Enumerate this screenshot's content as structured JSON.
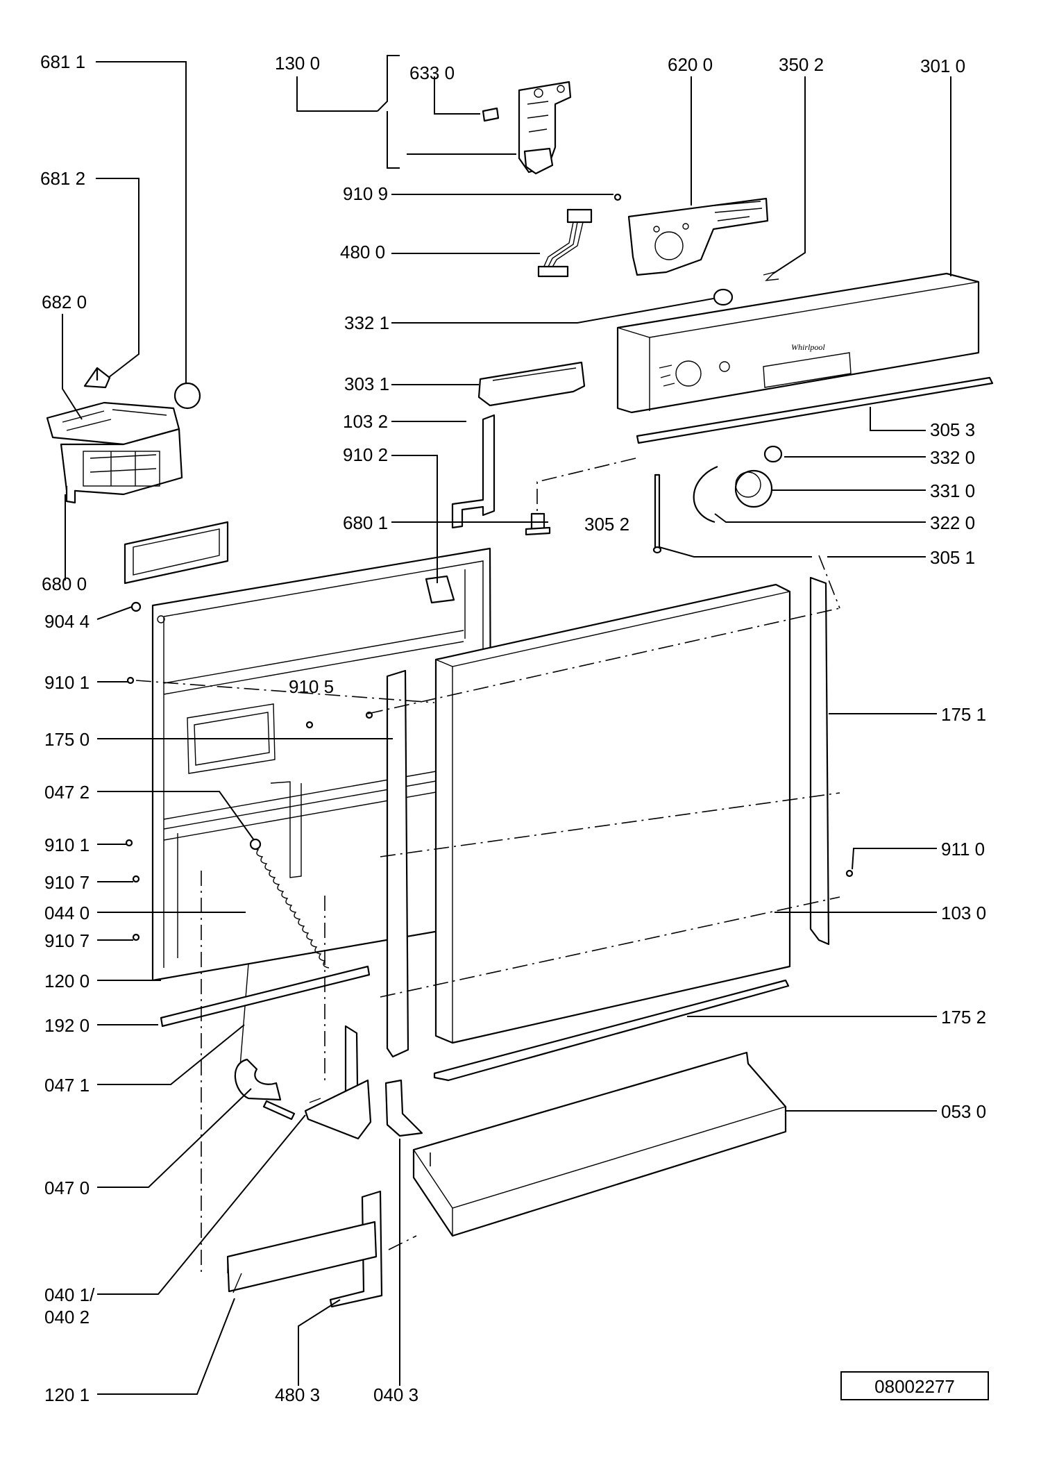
{
  "labels": {
    "681_1": "681 1",
    "681_2": "681 2",
    "682_0": "682 0",
    "680_0": "680 0",
    "130_0": "130 0",
    "633_0": "633 0",
    "910_9": "910 9",
    "480_0": "480 0",
    "620_0": "620 0",
    "350_2": "350 2",
    "301_0": "301 0",
    "332_1": "332 1",
    "303_1": "303 1",
    "103_2": "103 2",
    "910_2": "910 2",
    "305_3": "305 3",
    "332_0": "332 0",
    "331_0": "331 0",
    "322_0": "322 0",
    "305_2": "305 2",
    "305_1": "305 1",
    "680_1": "680 1",
    "904_4": "904 4",
    "910_1a": "910 1",
    "910_5": "910 5",
    "175_0": "175 0",
    "175_1": "175 1",
    "047_2": "047 2",
    "910_1b": "910 1",
    "911_0": "911 0",
    "910_7a": "910 7",
    "044_0": "044 0",
    "103_0": "103 0",
    "910_7b": "910 7",
    "120_0": "120 0",
    "192_0": "192 0",
    "175_2": "175 2",
    "047_1": "047 1",
    "053_0": "053 0",
    "047_0": "047 0",
    "040_1": "040 1/",
    "040_2": "040 2",
    "120_1": "120 1",
    "480_3": "480 3",
    "040_3": "040 3"
  },
  "document_number": "08002277",
  "panel_logo": "Whirlpool"
}
